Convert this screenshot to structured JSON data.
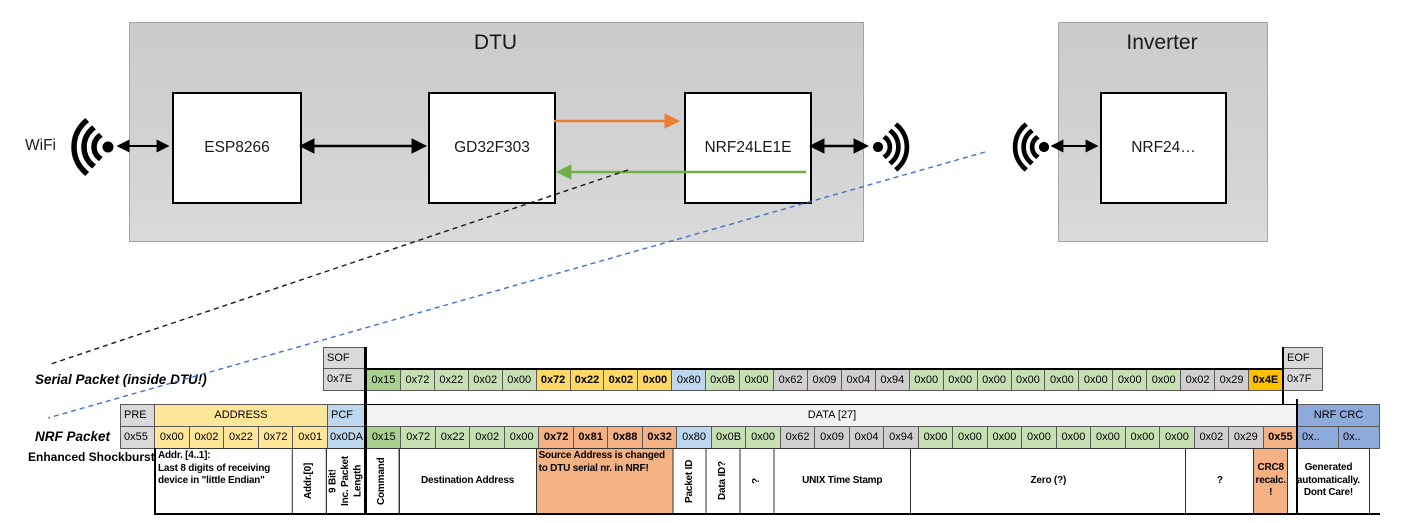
{
  "diagram": {
    "wifi_label": "WiFi",
    "dtu_title": "DTU",
    "inverter_title": "Inverter",
    "components": {
      "esp": "ESP8266",
      "gd": "GD32F303",
      "nrf": "NRF24LE1E",
      "inverter_nrf": "NRF24…"
    },
    "colors": {
      "uart_tx_arrow": "#ED7D31",
      "uart_rx_arrow": "#70AD47",
      "serial_pointer": "#1a1a1a",
      "rf_pointer": "#4472C4"
    }
  },
  "serial_packet": {
    "label": "Serial Packet (inside DTU!)",
    "sof": {
      "header": "SOF",
      "value": "0x7E"
    },
    "eof": {
      "header": "EOF",
      "value": "0x7F"
    },
    "bytes": [
      {
        "v": "0x15",
        "c": "gd"
      },
      {
        "v": "0x72",
        "c": "gn"
      },
      {
        "v": "0x22",
        "c": "gn"
      },
      {
        "v": "0x02",
        "c": "gn"
      },
      {
        "v": "0x00",
        "c": "gn"
      },
      {
        "v": "0x72",
        "c": "yl",
        "bold": true
      },
      {
        "v": "0x22",
        "c": "yl",
        "bold": true
      },
      {
        "v": "0x02",
        "c": "yl",
        "bold": true
      },
      {
        "v": "0x00",
        "c": "yl",
        "bold": true
      },
      {
        "v": "0x80",
        "c": "bl"
      },
      {
        "v": "0x0B",
        "c": "gn"
      },
      {
        "v": "0x00",
        "c": "gn"
      },
      {
        "v": "0x62",
        "c": "gy"
      },
      {
        "v": "0x09",
        "c": "gy"
      },
      {
        "v": "0x04",
        "c": "gy"
      },
      {
        "v": "0x94",
        "c": "gy"
      },
      {
        "v": "0x00",
        "c": "gn"
      },
      {
        "v": "0x00",
        "c": "gn"
      },
      {
        "v": "0x00",
        "c": "gn"
      },
      {
        "v": "0x00",
        "c": "gn"
      },
      {
        "v": "0x00",
        "c": "gn"
      },
      {
        "v": "0x00",
        "c": "gn"
      },
      {
        "v": "0x00",
        "c": "gn"
      },
      {
        "v": "0x00",
        "c": "gn"
      },
      {
        "v": "0x02",
        "c": "gy"
      },
      {
        "v": "0x29",
        "c": "gy"
      },
      {
        "v": "0x4E",
        "c": "og",
        "bold": true
      }
    ]
  },
  "nrf_packet": {
    "label": "NRF Packet",
    "sublabel": "Enhanced Shockburst",
    "pre": {
      "header": "PRE",
      "value": "0x55"
    },
    "address": {
      "header": "ADDRESS",
      "values": [
        "0x00",
        "0x02",
        "0x22",
        "0x72",
        "0x01"
      ]
    },
    "pcf": {
      "header": "PCF",
      "value": "0x0DA"
    },
    "data_header": "DATA [27]",
    "crc": {
      "header": "NRF CRC",
      "values": [
        "0x..",
        "0x.."
      ]
    },
    "bytes": [
      {
        "v": "0x15",
        "c": "gd"
      },
      {
        "v": "0x72",
        "c": "gn"
      },
      {
        "v": "0x22",
        "c": "gn"
      },
      {
        "v": "0x02",
        "c": "gn"
      },
      {
        "v": "0x00",
        "c": "gn"
      },
      {
        "v": "0x72",
        "c": "sa",
        "bold": true
      },
      {
        "v": "0x81",
        "c": "sa",
        "bold": true
      },
      {
        "v": "0x88",
        "c": "sa",
        "bold": true
      },
      {
        "v": "0x32",
        "c": "sa",
        "bold": true
      },
      {
        "v": "0x80",
        "c": "bl"
      },
      {
        "v": "0x0B",
        "c": "gn"
      },
      {
        "v": "0x00",
        "c": "gn"
      },
      {
        "v": "0x62",
        "c": "gy"
      },
      {
        "v": "0x09",
        "c": "gy"
      },
      {
        "v": "0x04",
        "c": "gy"
      },
      {
        "v": "0x94",
        "c": "gy"
      },
      {
        "v": "0x00",
        "c": "gn"
      },
      {
        "v": "0x00",
        "c": "gn"
      },
      {
        "v": "0x00",
        "c": "gn"
      },
      {
        "v": "0x00",
        "c": "gn"
      },
      {
        "v": "0x00",
        "c": "gn"
      },
      {
        "v": "0x00",
        "c": "gn"
      },
      {
        "v": "0x00",
        "c": "gn"
      },
      {
        "v": "0x00",
        "c": "gn"
      },
      {
        "v": "0x02",
        "c": "gy"
      },
      {
        "v": "0x29",
        "c": "gy"
      },
      {
        "v": "0x55",
        "c": "sa",
        "bold": true
      }
    ]
  },
  "annotations": [
    {
      "label": "Addr. [4..1]:\nLast 8 digits of receiving device in \"little Endian\"",
      "span": 4,
      "unit": "addr",
      "style": "left"
    },
    {
      "label": "Addr.[0]",
      "span": 1,
      "unit": "addr",
      "style": "vertical"
    },
    {
      "label": "9 Bit!\nInc. Packet\nLength",
      "span": 1,
      "unit": "pcf",
      "style": "vertical"
    },
    {
      "label": "Command",
      "span": 1,
      "unit": "data",
      "style": "vertical"
    },
    {
      "label": "Destination Address",
      "span": 4,
      "unit": "data",
      "style": "center"
    },
    {
      "label": "Source Address is changed to DTU serial nr. in NRF!",
      "span": 4,
      "unit": "data",
      "style": "left",
      "bg": "salmon"
    },
    {
      "label": "Packet ID",
      "span": 1,
      "unit": "data",
      "style": "vertical"
    },
    {
      "label": "Data ID?",
      "span": 1,
      "unit": "data",
      "style": "vertical"
    },
    {
      "label": "?",
      "span": 1,
      "unit": "data",
      "style": "vertical"
    },
    {
      "label": "UNIX Time Stamp",
      "span": 4,
      "unit": "data",
      "style": "center"
    },
    {
      "label": "Zero (?)",
      "span": 8,
      "unit": "data",
      "style": "center"
    },
    {
      "label": "?",
      "span": 2,
      "unit": "data",
      "style": "center"
    },
    {
      "label": "CRC8\nrecalc.\n!",
      "span": 1,
      "unit": "data",
      "style": "center",
      "bg": "salmon"
    },
    {
      "label": "Generated automatically. Dont Care!",
      "span": 2,
      "unit": "crc",
      "style": "center"
    }
  ]
}
